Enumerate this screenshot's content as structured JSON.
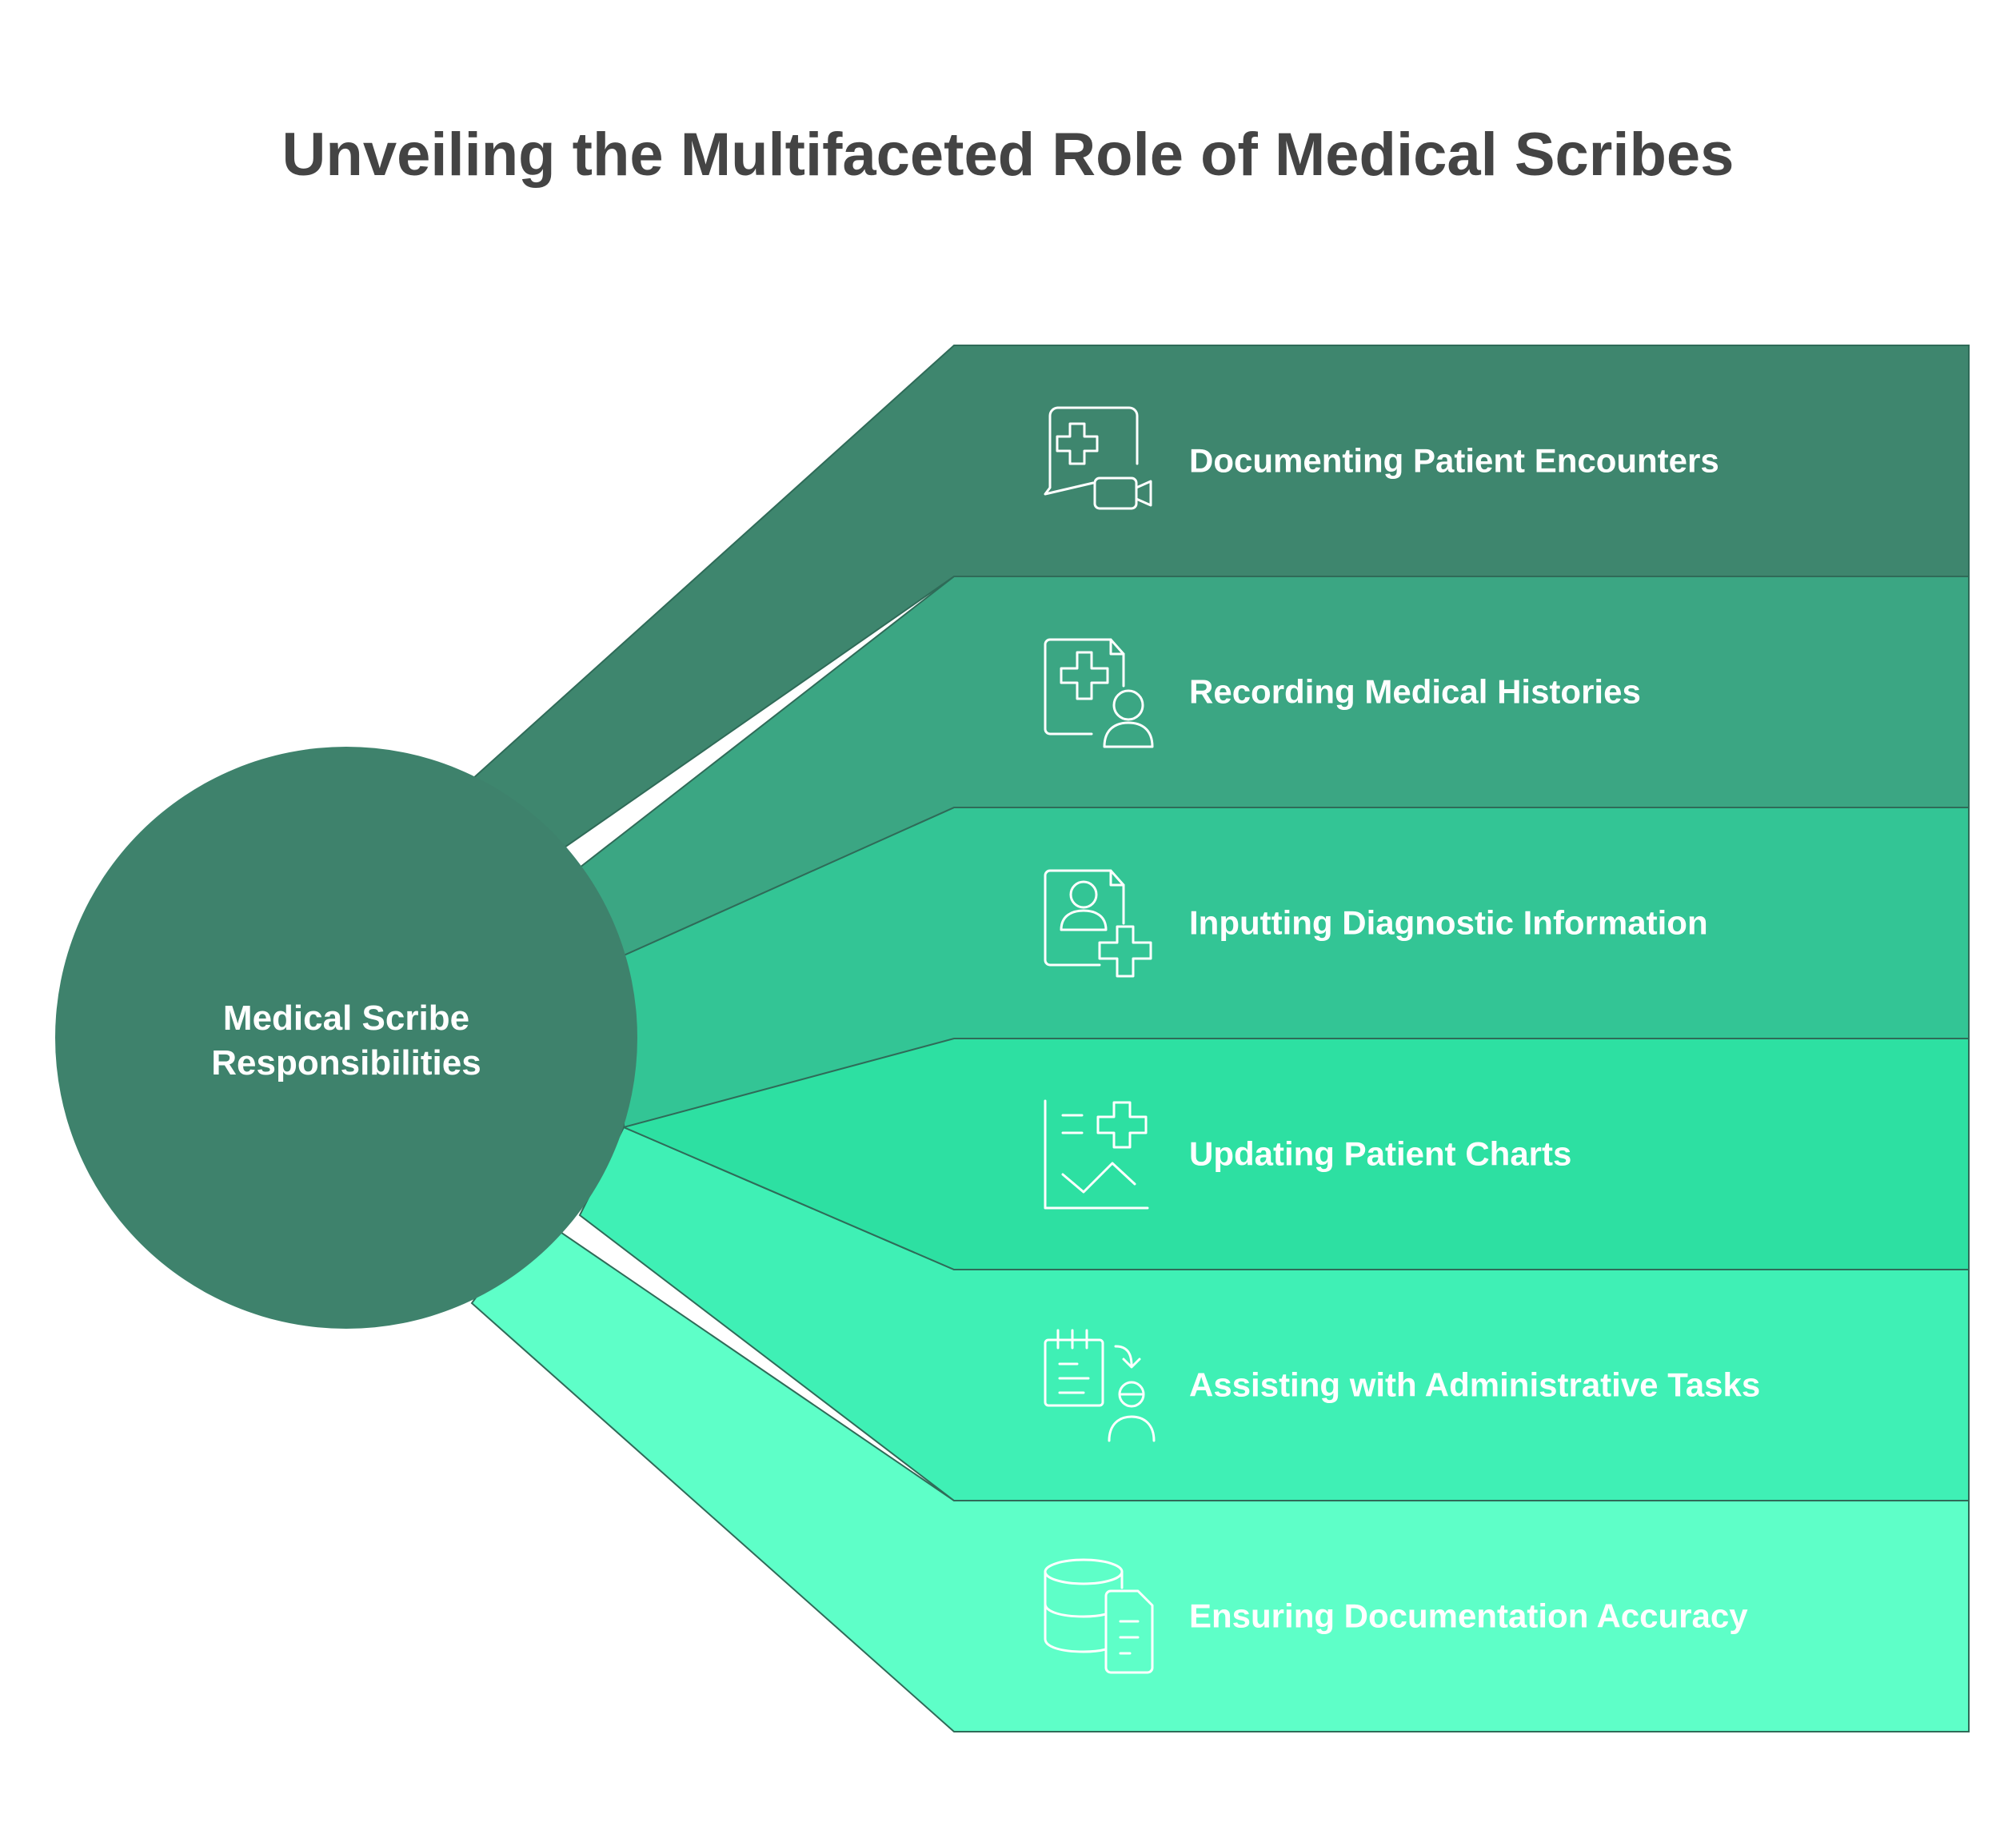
{
  "title": "Unveiling the Multifaceted Role of Medical Scribes",
  "hub": {
    "label_lines": [
      "Medical Scribe",
      "Responsibilities"
    ],
    "color": "#3e826c"
  },
  "items": [
    {
      "label": "Documenting Patient Encounters",
      "icon": "chat-medical-video-icon",
      "color": "#3e866e"
    },
    {
      "label": "Recording Medical Histories",
      "icon": "medical-record-person-icon",
      "color": "#3ba683"
    },
    {
      "label": "Inputting Diagnostic Information",
      "icon": "patient-file-plus-icon",
      "color": "#33c595"
    },
    {
      "label": "Updating Patient Charts",
      "icon": "chart-plus-icon",
      "color": "#2de0a2"
    },
    {
      "label": "Assisting with Administrative Tasks",
      "icon": "clipboard-assistant-icon",
      "color": "#3ff0b5"
    },
    {
      "label": "Ensuring Documentation Accuracy",
      "icon": "database-document-icon",
      "color": "#5effc8"
    }
  ]
}
